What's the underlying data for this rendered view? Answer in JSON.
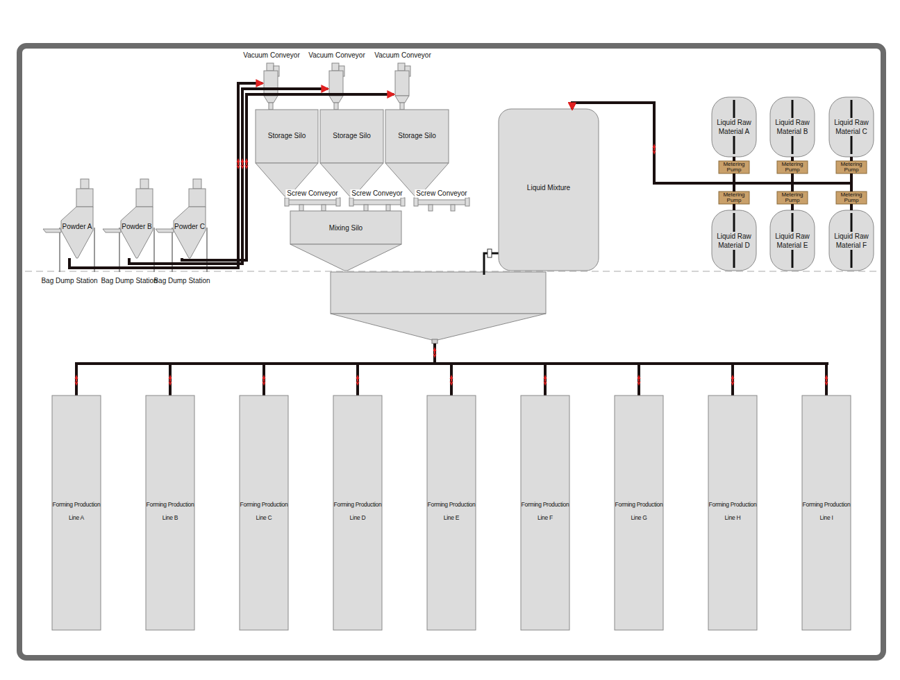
{
  "diagram": {
    "nodes": [
      {
        "text": [
          "Vacuum Conveyor"
        ]
      },
      {
        "text": [
          "Vacuum Conveyor"
        ]
      },
      {
        "text": [
          "Vacuum Conveyor"
        ]
      },
      {
        "text": [
          "Storage Silo"
        ]
      },
      {
        "text": [
          "Storage Silo"
        ]
      },
      {
        "text": [
          "Storage Silo"
        ]
      },
      {
        "text": [
          "Screw Conveyor"
        ]
      },
      {
        "text": [
          "Screw Conveyor"
        ]
      },
      {
        "text": [
          "Screw Conveyor"
        ]
      },
      {
        "text": [
          "Mixing Silo"
        ]
      },
      {
        "text": [
          "Liquid Mixture"
        ]
      },
      {
        "text": [
          "Liquid Raw Material A"
        ]
      },
      {
        "text": [
          "Liquid Raw Material B"
        ]
      },
      {
        "text": [
          "Liquid Raw Material C"
        ]
      },
      {
        "text": [
          "Metering Pump"
        ]
      },
      {
        "text": [
          "Metering Pump"
        ]
      },
      {
        "text": [
          "Metering Pump"
        ]
      },
      {
        "text": [
          "Metering Pump"
        ]
      },
      {
        "text": [
          "Metering Pump"
        ]
      },
      {
        "text": [
          "Metering Pump"
        ]
      },
      {
        "text": [
          "Liquid Raw Material D"
        ]
      },
      {
        "text": [
          "Liquid Raw Material E"
        ]
      },
      {
        "text": [
          "Liquid Raw Material F"
        ]
      },
      {
        "text": [
          "Powder A",
          "Bag Dump Station"
        ]
      },
      {
        "text": [
          "Powder B",
          "Bag Dump Station"
        ]
      },
      {
        "text": [
          "Powder C",
          "Bag Dump Station"
        ]
      },
      {
        "text": [
          "Forming Production Line A"
        ]
      },
      {
        "text": [
          "Forming Production Line B"
        ]
      },
      {
        "text": [
          "Forming Production Line C"
        ]
      },
      {
        "text": [
          "Forming Production Line D"
        ]
      },
      {
        "text": [
          "Forming Production Line E"
        ]
      },
      {
        "text": [
          "Forming Production Line F"
        ]
      },
      {
        "text": [
          "Forming Production Line G"
        ]
      },
      {
        "text": [
          "Forming Production Line H"
        ]
      },
      {
        "text": [
          "Forming Production Line I"
        ]
      }
    ],
    "edges": [
      {
        "from": 23,
        "to": 0,
        "arrow": "to"
      },
      {
        "from": 24,
        "to": 1,
        "arrow": "to"
      },
      {
        "from": 25,
        "to": 2,
        "arrow": "to"
      },
      {
        "from": 11,
        "to": 14,
        "arrow": "none"
      },
      {
        "from": 12,
        "to": 15,
        "arrow": "none"
      },
      {
        "from": 13,
        "to": 16,
        "arrow": "none"
      },
      {
        "from": 20,
        "to": 17,
        "arrow": "none"
      },
      {
        "from": 21,
        "to": 18,
        "arrow": "none"
      },
      {
        "from": 22,
        "to": 19,
        "arrow": "none"
      },
      {
        "from": 14,
        "to": 10,
        "arrow": "to"
      },
      {
        "from": 15,
        "to": 10,
        "arrow": "to"
      },
      {
        "from": 16,
        "to": 10,
        "arrow": "to"
      },
      {
        "from": 17,
        "to": 10,
        "arrow": "to"
      },
      {
        "from": 18,
        "to": 10,
        "arrow": "to"
      },
      {
        "from": 19,
        "to": 10,
        "arrow": "to"
      }
    ]
  }
}
